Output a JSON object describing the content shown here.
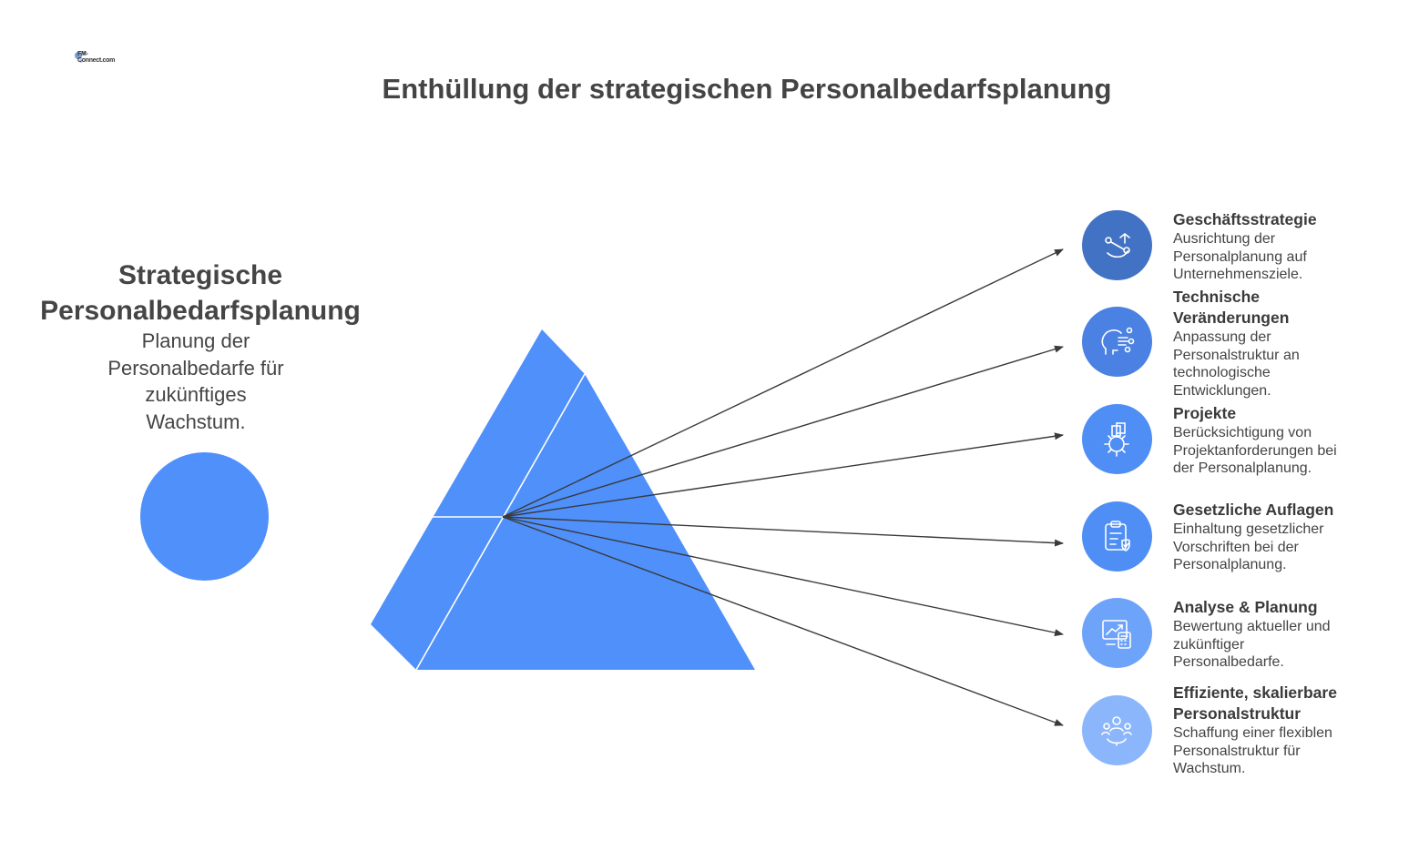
{
  "title": "Enthüllung der strategischen Personalbedarfsplanung",
  "logo": {
    "text": "FM-Connect.com"
  },
  "left": {
    "title_line1": "Strategische",
    "title_line2": "Personalbedarfsplanung",
    "desc_line1": "Planung der",
    "desc_line2": "Personalbedarfe für",
    "desc_line3": "zukünftiges",
    "desc_line4": "Wachstum."
  },
  "items": [
    {
      "head": [
        "Geschäftsstrategie"
      ],
      "body": [
        "Ausrichtung der",
        "Personalplanung auf",
        "Unternehmensziele."
      ],
      "icon": "route-icon",
      "color": "#4272c4"
    },
    {
      "head": [
        "Technische",
        "Veränderungen"
      ],
      "body": [
        "Anpassung der",
        "Personalstruktur an",
        "technologische",
        "Entwicklungen."
      ],
      "icon": "head-circuit-icon",
      "color": "#4a81e2"
    },
    {
      "head": [
        "Projekte"
      ],
      "body": [
        "Berücksichtigung von",
        "Projektanforderungen bei",
        "der Personalplanung."
      ],
      "icon": "project-gear-icon",
      "color": "#4f8ef5"
    },
    {
      "head": [
        "Gesetzliche Auflagen"
      ],
      "body": [
        "Einhaltung gesetzlicher",
        "Vorschriften bei der",
        "Personalplanung."
      ],
      "icon": "clipboard-check-icon",
      "color": "#4f8ef5"
    },
    {
      "head": [
        "Analyse & Planung"
      ],
      "body": [
        "Bewertung aktueller und",
        "zukünftiger",
        "Personalbedarfe."
      ],
      "icon": "chart-calculator-icon",
      "color": "#6ea3fa"
    },
    {
      "head": [
        "Effiziente, skalierbare",
        "Personalstruktur"
      ],
      "body": [
        "Schaffung einer flexiblen",
        "Personalstruktur für",
        "Wachstum."
      ],
      "icon": "team-gear-icon",
      "color": "#8cb6fb"
    }
  ],
  "colors": {
    "prism": "#4f90fb",
    "arrow": "#3a3a3a",
    "text": "#444444"
  }
}
